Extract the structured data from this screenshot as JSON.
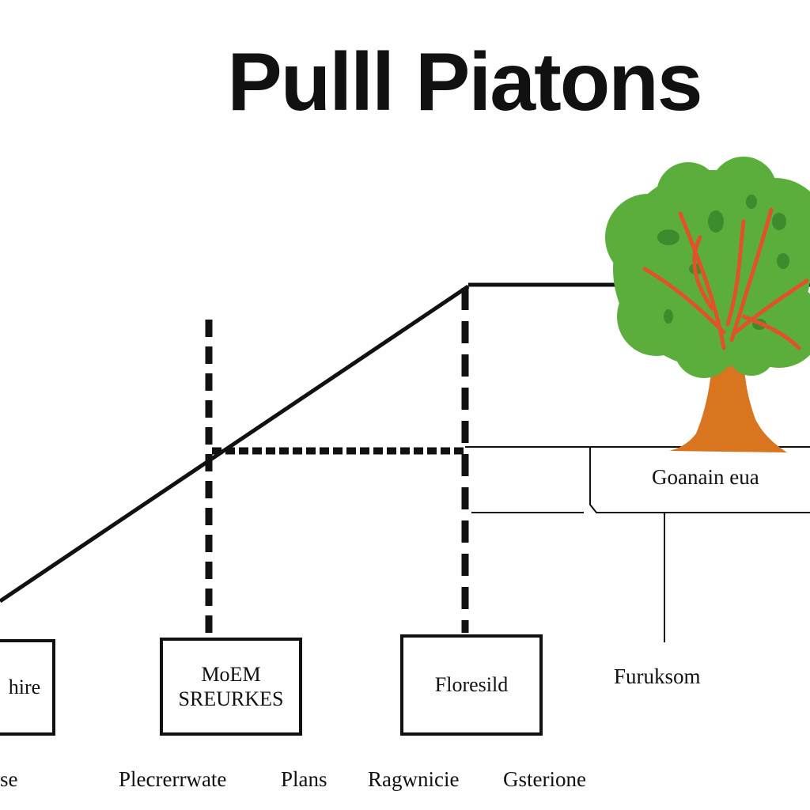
{
  "title": {
    "word1": "Pulll",
    "word2": "Piatons"
  },
  "tree_caption": "Goanain eua",
  "box_left": "hire",
  "box_middle": {
    "line1": "MoEM",
    "line2": "SREURKES"
  },
  "box_right": "Floresild",
  "side_label": "Furuksom",
  "bottom_labels": {
    "left": "se",
    "middle1": "Plecrerrwate",
    "middle2": "Plans",
    "right1": "Ragwnicie",
    "right2": "Gsterione"
  },
  "colors": {
    "line": "#111111",
    "foliage": "#5cae3c",
    "foliage_dark": "#3d8b2c",
    "trunk": "#d9741f",
    "branch": "#e0522a"
  },
  "icons": [
    "tree-illustration"
  ]
}
